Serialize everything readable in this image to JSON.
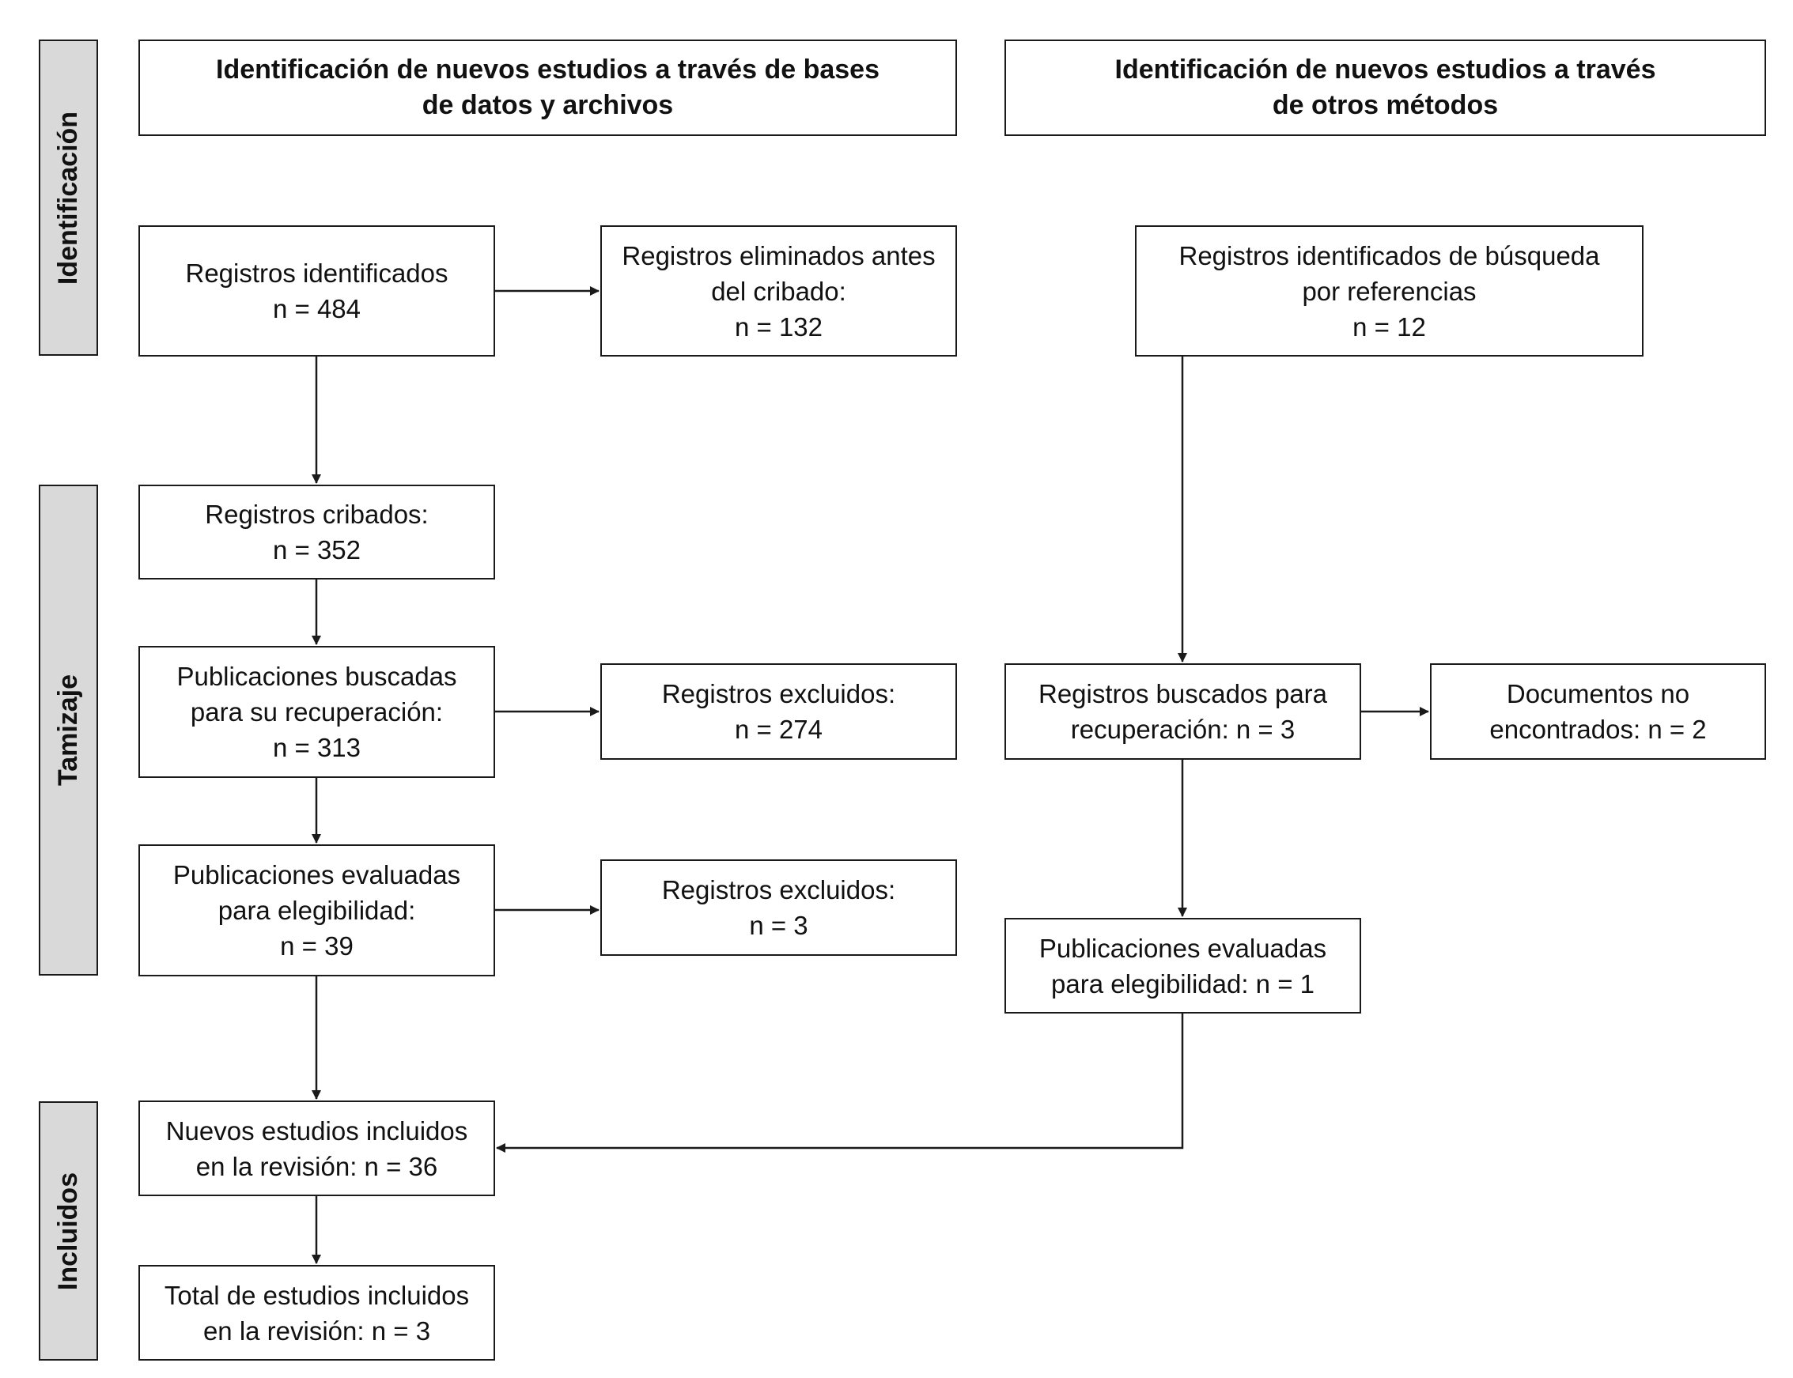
{
  "stages": {
    "identification": "Identificación",
    "screening": "Tamizaje",
    "included": "Incluidos"
  },
  "headers": {
    "databases": [
      "Identificación de nuevos estudios a través de bases",
      "de datos y archivos"
    ],
    "other_methods": [
      "Identificación de nuevos estudios a través",
      "de otros métodos"
    ]
  },
  "left": {
    "identified": [
      "Registros identificados",
      "n = 484"
    ],
    "removed": [
      "Registros eliminados antes",
      "del cribado:",
      "n = 132"
    ],
    "screened": [
      "Registros cribados:",
      "n = 352"
    ],
    "sought": [
      "Publicaciones buscadas",
      "para su recuperación:",
      "n = 313"
    ],
    "excluded_1": [
      "Registros excluidos:",
      "n = 274"
    ],
    "assessed": [
      "Publicaciones evaluadas",
      "para elegibilidad:",
      "n = 39"
    ],
    "excluded_2": [
      "Registros excluidos:",
      "n = 3"
    ],
    "new_included": [
      "Nuevos estudios incluidos",
      "en la revisión: n = 36"
    ],
    "total_included": [
      "Total de estudios incluidos",
      "en la revisión: n = 3"
    ]
  },
  "right": {
    "identified": [
      "Registros identificados de búsqueda",
      "por referencias",
      "n = 12"
    ],
    "sought": [
      "Registros buscados para",
      "recuperación: n = 3"
    ],
    "not_found": [
      "Documentos no",
      "encontrados: n = 2"
    ],
    "assessed": [
      "Publicaciones evaluadas",
      "para elegibilidad: n = 1"
    ]
  }
}
